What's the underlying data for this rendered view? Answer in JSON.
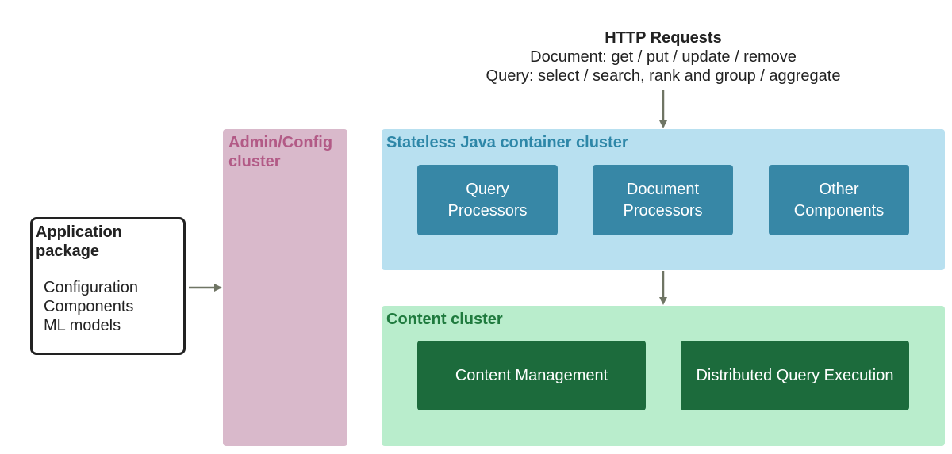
{
  "http_requests": {
    "title": "HTTP Requests",
    "line1": "Document: get / put / update / remove",
    "line2": "Query: select / search, rank and group / aggregate"
  },
  "application_package": {
    "title": "Application package",
    "items": [
      "Configuration",
      "Components",
      "ML models"
    ]
  },
  "admin_cluster": {
    "title": "Admin/Config cluster"
  },
  "stateless_cluster": {
    "title": "Stateless Java container cluster",
    "boxes": [
      {
        "line1": "Query",
        "line2": "Processors"
      },
      {
        "line1": "Document",
        "line2": "Processors"
      },
      {
        "line1": "Other",
        "line2": "Components"
      }
    ]
  },
  "content_cluster": {
    "title": "Content cluster",
    "boxes": [
      "Content Management",
      "Distributed Query Execution"
    ]
  },
  "colors": {
    "admin_fill": "#d9b9cb",
    "admin_text": "#b25a86",
    "stateless_fill": "#b8e0f0",
    "stateless_text": "#2e87a8",
    "stateless_box": "#3787a6",
    "content_fill": "#b9edcc",
    "content_text": "#1f7a3e",
    "content_box": "#1c6b3c",
    "arrow": "#6f7564"
  }
}
